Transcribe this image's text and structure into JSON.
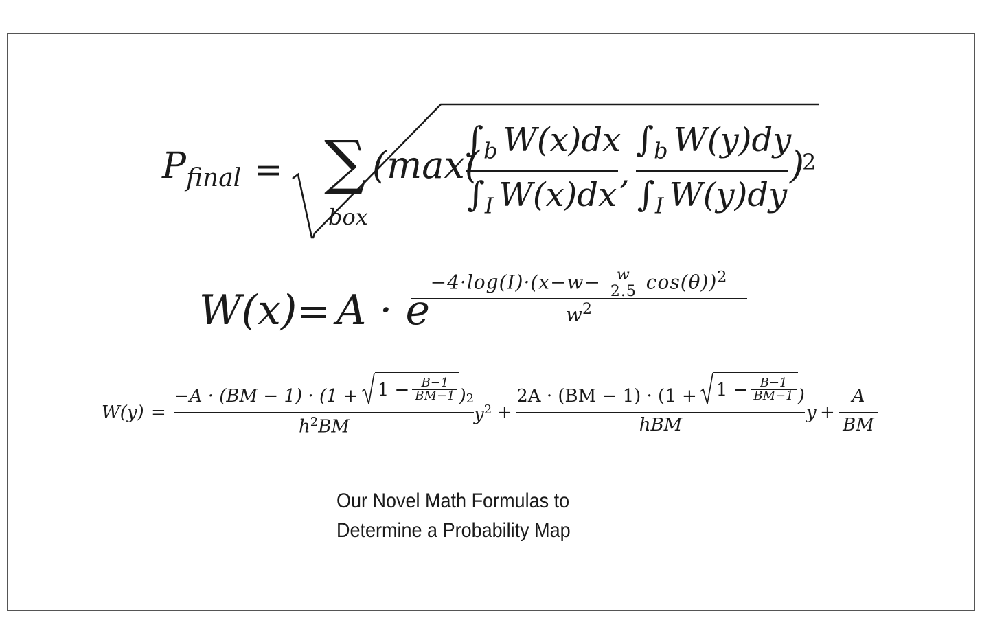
{
  "formula1": {
    "lhs_symbol": "P",
    "lhs_subscript": "final",
    "equals": "=",
    "sum_symbol": "∑",
    "sum_index": "box",
    "open": "(max(",
    "integral_symbol": "∫",
    "frac1": {
      "num_sub": "b",
      "num_expr": "W(x)dx",
      "den_sub": "I",
      "den_expr": "W(x)dx"
    },
    "comma": ",",
    "frac2": {
      "num_sub": "b",
      "num_expr": "W(y)dy",
      "den_sub": "I",
      "den_expr": "W(y)dy"
    },
    "close": ")",
    "exponent": "2"
  },
  "formula2": {
    "lhs": "W(x)",
    "equals": "=",
    "rhs_base": "A · e",
    "exp_num_prefix": "−4·log(I)·(x−w−",
    "exp_inner_num": "w",
    "exp_inner_den": "2.5",
    "exp_num_suffix": "cos(θ))",
    "exp_num_power": "2",
    "exp_den": "w",
    "exp_den_power": "2"
  },
  "formula3": {
    "lhs": "W(y)",
    "equals": "=",
    "term1_prefix": "−A · (BM − 1) · (1 +",
    "term1_rad_lead": "1 −",
    "term1_rad_num": "B−1",
    "term1_rad_den": "BM−1",
    "term1_suffix": ")",
    "term1_power": "2",
    "term1_den": "h",
    "term1_den_power": "2",
    "term1_den_rest": "BM",
    "var1": "y",
    "var1_power": "2",
    "plus1": "+",
    "term2_prefix": "2A · (BM − 1) · (1 +",
    "term2_rad_lead": "1 −",
    "term2_rad_num": "B−1",
    "term2_rad_den": "BM−1",
    "term2_suffix": ")",
    "term2_den": "hBM",
    "var2": "y",
    "plus2": "+",
    "term3_num": "A",
    "term3_den": "BM"
  },
  "caption": {
    "line1": "Our Novel Math Formulas to",
    "line2": "Determine a Probability Map"
  }
}
